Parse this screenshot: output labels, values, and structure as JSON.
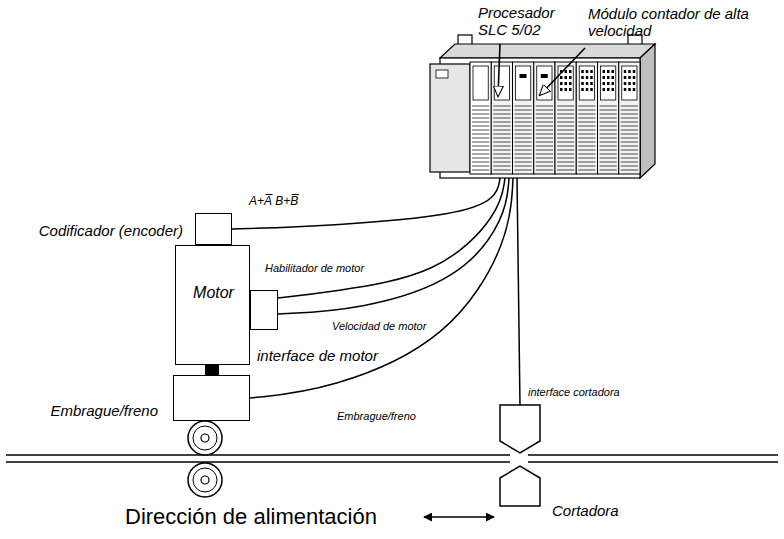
{
  "diagram": {
    "nodes": [
      {
        "text": [
          "Procesador SLC 5/02",
          "Módulo contador de alta velocidad"
        ]
      },
      {
        "text": [
          "Codificador (encoder)"
        ]
      },
      {
        "text": [
          "Motor"
        ]
      },
      {
        "text": [
          "interface de motor"
        ]
      },
      {
        "text": [
          "Embrague/freno"
        ]
      },
      {
        "text": [
          "interface cortadora"
        ]
      },
      {
        "text": [
          "Cortadora"
        ]
      }
    ],
    "edges": [
      {
        "from": 1,
        "to": 0,
        "arrow": "none",
        "label": "A+A̅  B+B̅"
      },
      {
        "from": 3,
        "to": 0,
        "arrow": "none",
        "label": "Habilitador de motor"
      },
      {
        "from": 3,
        "to": 0,
        "arrow": "none",
        "label": "Velocidad de motor"
      },
      {
        "from": 4,
        "to": 0,
        "arrow": "none",
        "label": "Embrague/freno"
      },
      {
        "from": 5,
        "to": 0,
        "arrow": "none"
      }
    ],
    "labels": [
      "Dirección de alimentación"
    ]
  }
}
